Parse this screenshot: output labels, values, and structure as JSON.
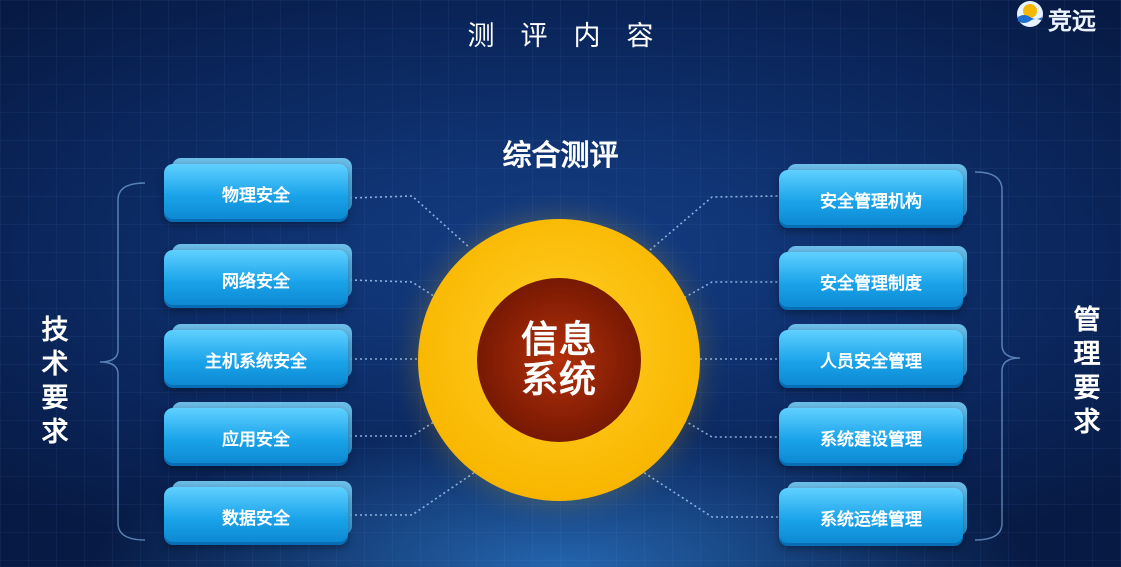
{
  "header": {
    "title": "测评内容",
    "brand": "竞远"
  },
  "center": {
    "top_label": "综合测评",
    "core_line1": "信息",
    "core_line2": "系统"
  },
  "left": {
    "label_chars": [
      "技",
      "术",
      "要",
      "求"
    ],
    "items": [
      "物理安全",
      "网络安全",
      "主机系统安全",
      "应用安全",
      "数据安全"
    ]
  },
  "right": {
    "label_chars": [
      "管",
      "理",
      "要",
      "求"
    ],
    "items": [
      "安全管理机构",
      "安全管理制度",
      "人员安全管理",
      "系统建设管理",
      "系统运维管理"
    ]
  },
  "colors": {
    "background": "#0c2a63",
    "box": "#1aa3ea",
    "ring": "#f9b700",
    "core": "#801c04"
  }
}
